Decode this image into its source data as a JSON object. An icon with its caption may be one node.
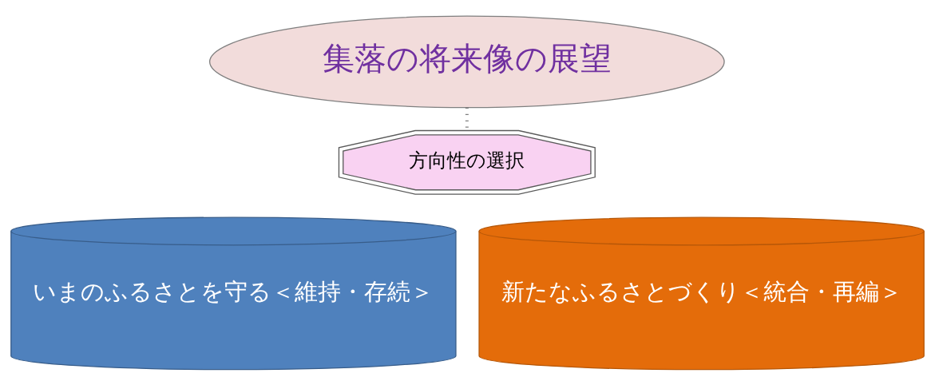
{
  "diagram": {
    "nodes": [
      {
        "text": [
          "集落の将来像の展望"
        ]
      },
      {
        "text": [
          "方向性の選択"
        ]
      },
      {
        "text": [
          "いまのふるさとを守る＜維持・存続＞"
        ]
      },
      {
        "text": [
          "新たなふるさとづくり＜統合・再編＞"
        ]
      }
    ],
    "edges": [
      {
        "from": 0,
        "to": 1,
        "arrow": "none"
      }
    ]
  }
}
